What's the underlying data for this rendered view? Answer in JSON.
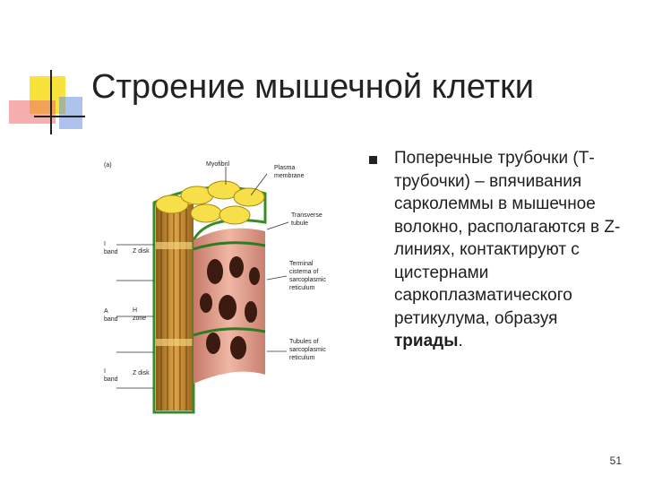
{
  "slide": {
    "title": "Строение мышечной клетки",
    "bullet": {
      "text": "Поперечные трубочки (Т-трубочки) – впячивания сарколеммы в мышечное волокно, располагаются в Z-линиях, контактируют с цистернами саркоплазматического ретикулума, образуя ",
      "bold": "триады",
      "end": "."
    },
    "page_number": "51"
  },
  "figure": {
    "panel_letter": "(a)",
    "labels": {
      "myofibril": "Myofibril",
      "plasma_1": "Plasma",
      "plasma_2": "membrane",
      "transverse_1": "Transverse",
      "transverse_2": "tubule",
      "terminal_1": "Terminal",
      "terminal_2": "cisterna of",
      "terminal_3": "sarcoplasmic",
      "terminal_4": "reticulum",
      "tubules_1": "Tubules of",
      "tubules_2": "sarcoplasmic",
      "tubules_3": "reticulum",
      "i_band_top_1": "I",
      "i_band_top_2": "band",
      "z_disk_top": "Z disk",
      "a_band_1": "A",
      "a_band_2": "band",
      "h_zone_1": "H",
      "h_zone_2": "zone",
      "i_band_bottom_1": "I",
      "i_band_bottom_2": "band",
      "z_disk_bottom": "Z disk"
    }
  }
}
